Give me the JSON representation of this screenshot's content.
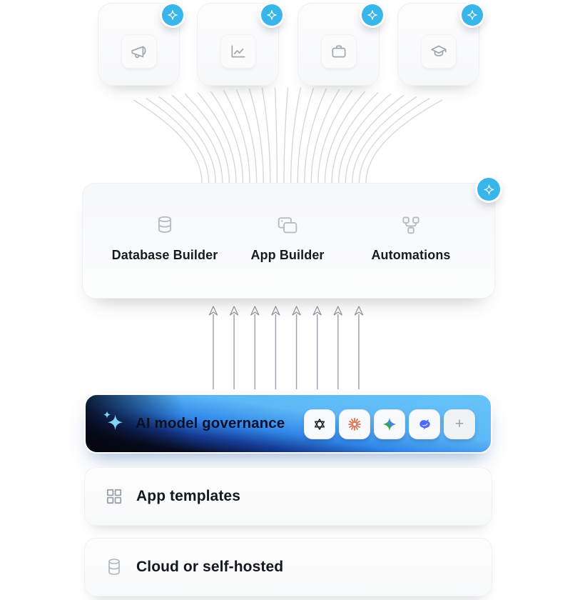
{
  "top_cards": [
    {
      "icon": "megaphone-icon"
    },
    {
      "icon": "line-chart-icon"
    },
    {
      "icon": "briefcase-icon"
    },
    {
      "icon": "graduation-cap-icon"
    }
  ],
  "platform": {
    "items": [
      {
        "icon": "database-icon",
        "label": "Database Builder"
      },
      {
        "icon": "app-builder-icon",
        "label": "App Builder"
      },
      {
        "icon": "automations-icon",
        "label": "Automations"
      }
    ]
  },
  "banner": {
    "title": "AI model governance",
    "providers": [
      "openai",
      "claude",
      "gemini",
      "deepseek",
      "add-provider"
    ]
  },
  "feature_rows": [
    {
      "icon": "grid-icon",
      "label": "App templates"
    },
    {
      "icon": "database-icon",
      "label": "Cloud or self-hosted"
    }
  ],
  "colors": {
    "sparkle_badge": "#38b6ea",
    "banner_light": "#5fbdf8",
    "banner_dark": "#05070f",
    "openai": "#202123",
    "claude": "#D97757",
    "deepseek": "#4D6BFE",
    "gemini_blue": "#4285F4",
    "gemini_green": "#34A853",
    "gemini_yellow": "#FBBC05",
    "gemini_red": "#EA4335"
  }
}
